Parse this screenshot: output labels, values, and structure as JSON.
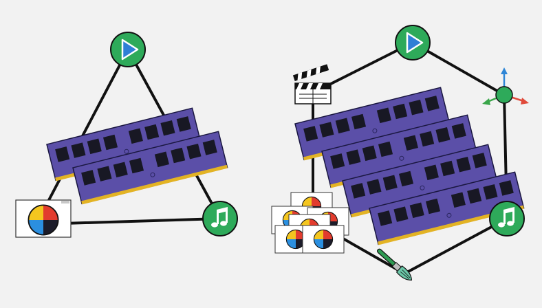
{
  "colors": {
    "background": "#f2f2f2",
    "node_green": "#2eaa5a",
    "play_blue": "#2f7fd6",
    "ram_board": "#5b4fa8",
    "ram_chip": "#181824",
    "ram_edge": "#e3b324",
    "line": "#111111",
    "axis_up": "#2f86d6",
    "axis_right": "#e04a3a",
    "axis_left": "#3aa64a",
    "brush_handle": "#2e9a52"
  },
  "left_diagram": {
    "ram_sticks": 2,
    "nodes": [
      {
        "role": "video",
        "icon": "play-icon"
      },
      {
        "role": "audio",
        "icon": "music-note-icon"
      },
      {
        "role": "image",
        "icon": "color-wheel-image-icon"
      }
    ]
  },
  "right_diagram": {
    "ram_sticks": 4,
    "nodes": [
      {
        "role": "video",
        "icon": "play-icon"
      },
      {
        "role": "3d",
        "icon": "3d-axes-icon"
      },
      {
        "role": "audio",
        "icon": "music-note-icon"
      },
      {
        "role": "painting",
        "icon": "paintbrush-icon"
      },
      {
        "role": "images",
        "icon": "image-stack-icon"
      },
      {
        "role": "film",
        "icon": "clapperboard-icon"
      }
    ]
  }
}
